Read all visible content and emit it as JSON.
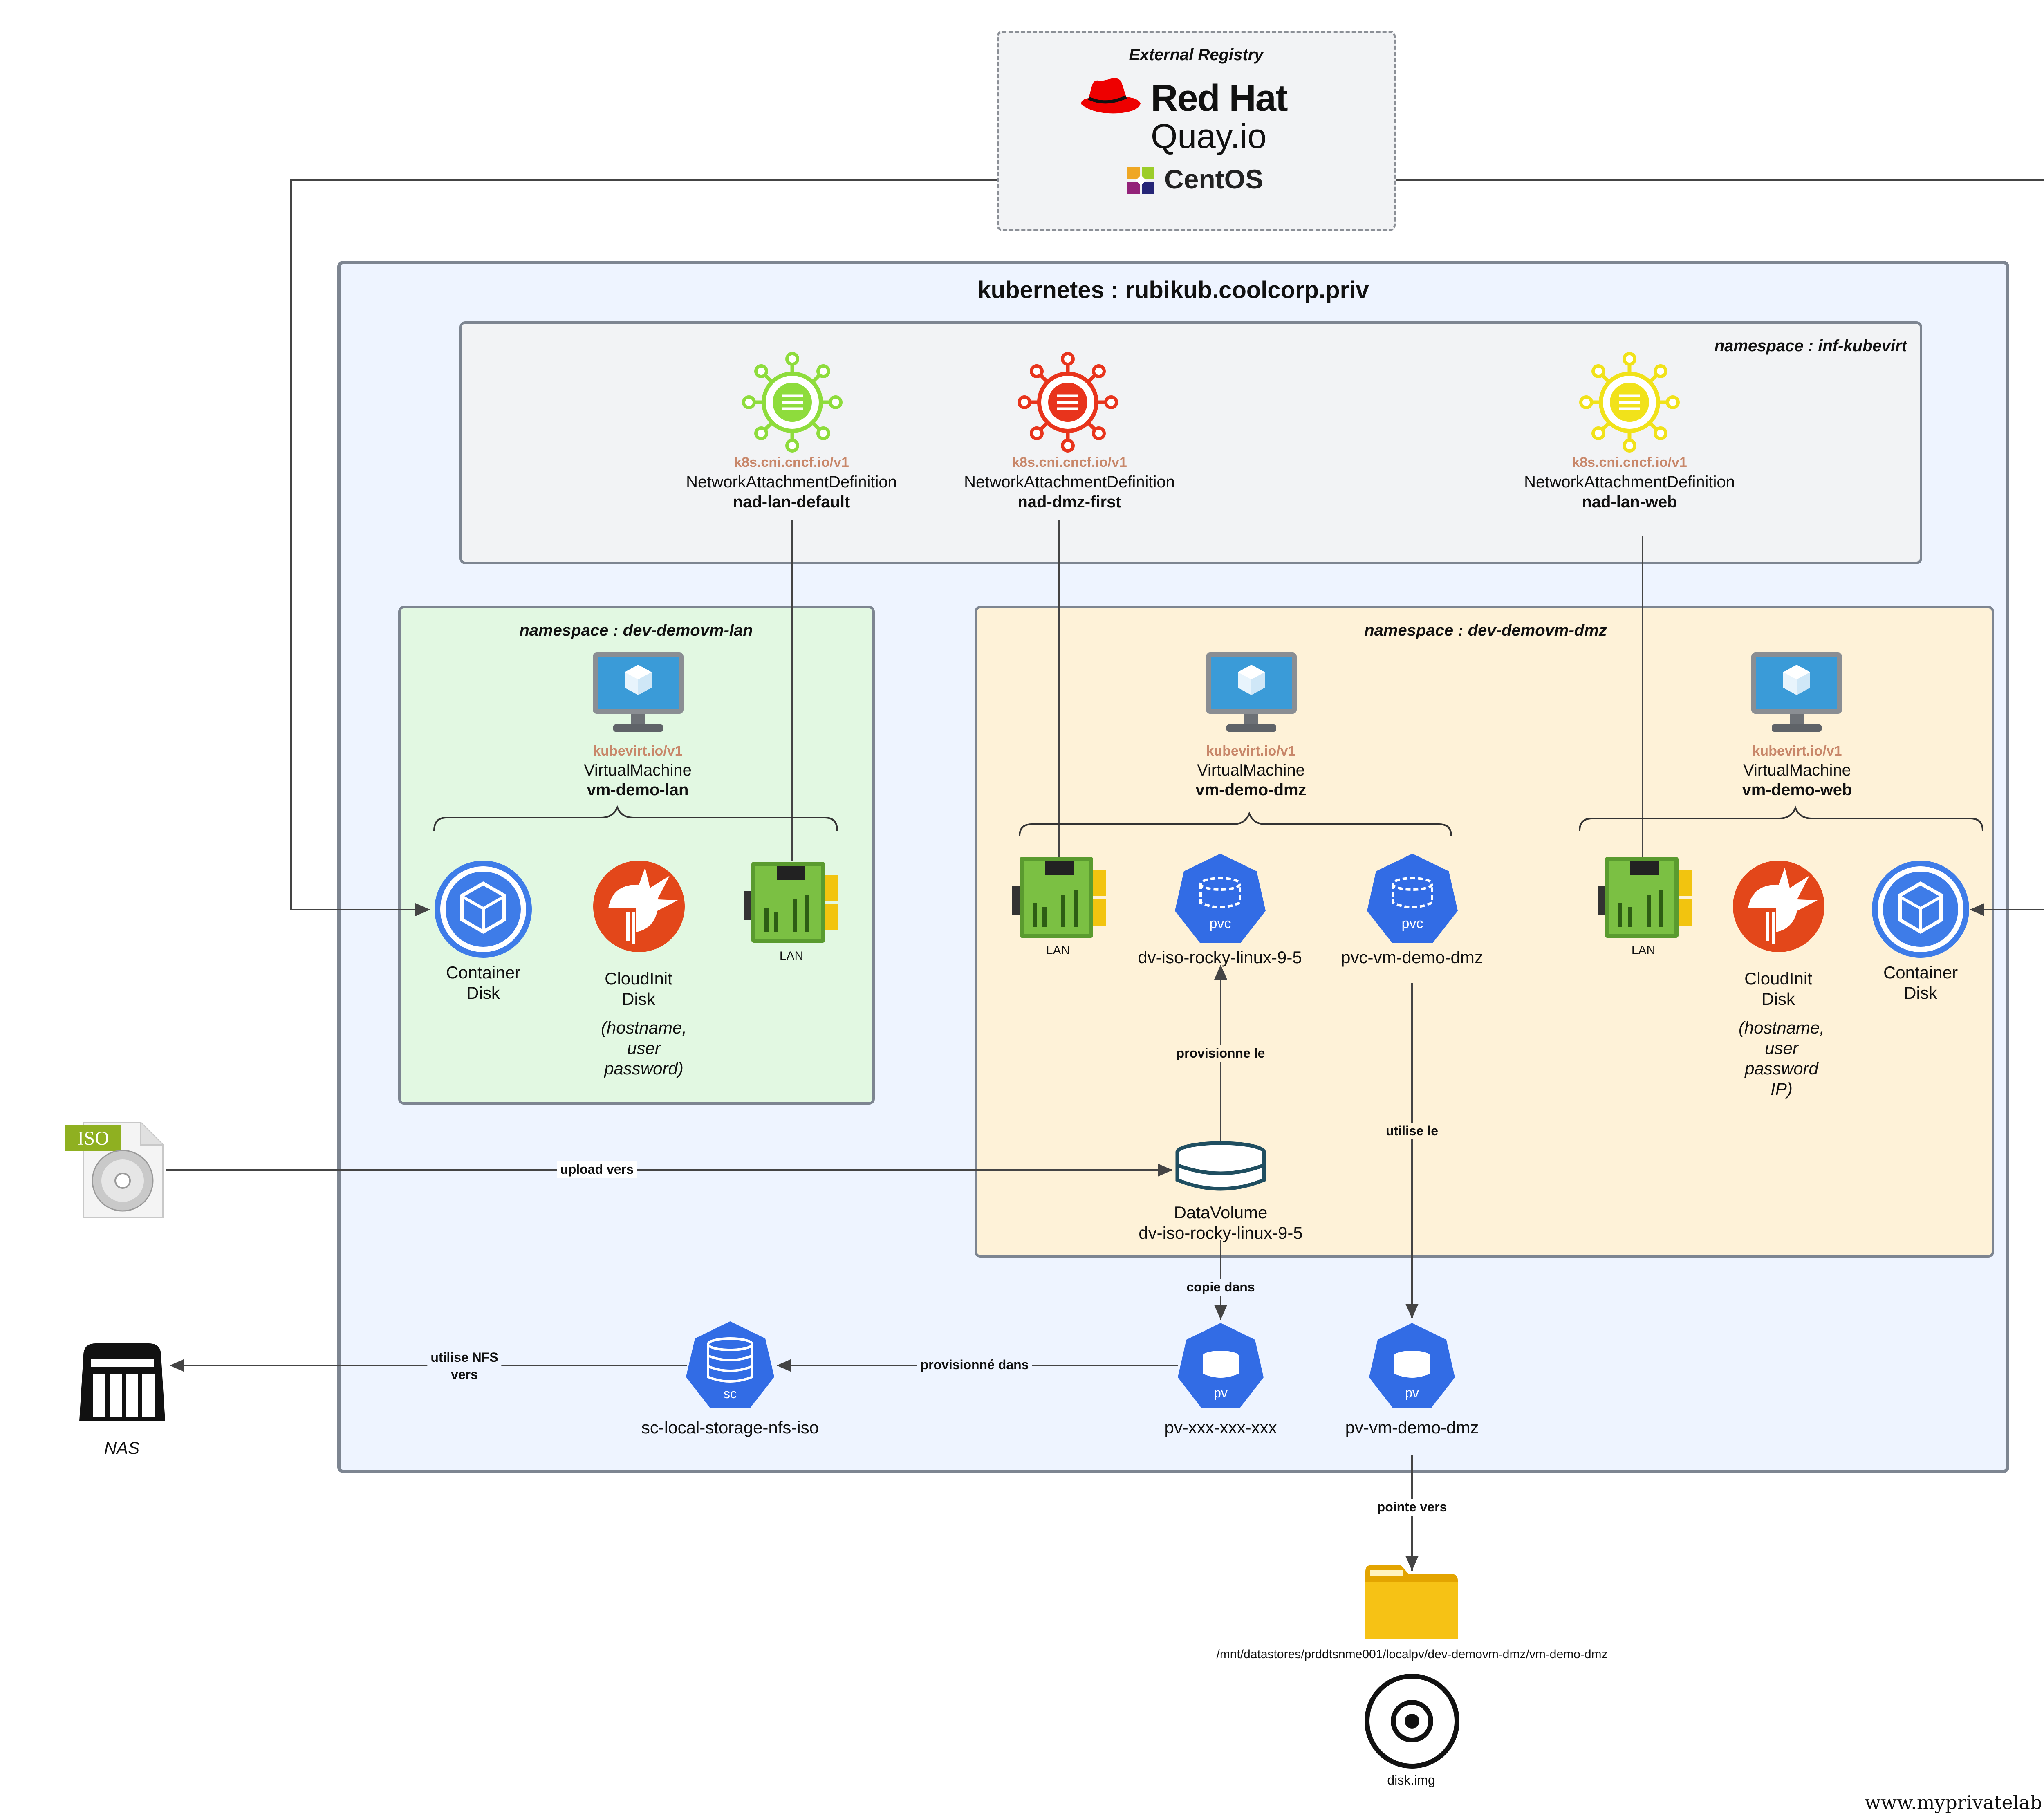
{
  "registry": {
    "title": "External Registry",
    "brand_redhat": "Red Hat",
    "brand_quay": "Quay.io",
    "brand_centos": "CentOS"
  },
  "cluster": {
    "title": "kubernetes : rubikub.coolcorp.priv"
  },
  "ns_infra": {
    "title": "namespace : inf-kubevirt",
    "nads": [
      {
        "api": "k8s.cni.cncf.io/v1",
        "kind": "NetworkAttachmentDefinition",
        "name": "nad-lan-default",
        "color": "#8edc3c"
      },
      {
        "api": "k8s.cni.cncf.io/v1",
        "kind": "NetworkAttachmentDefinition",
        "name": "nad-dmz-first",
        "color": "#e8341c"
      },
      {
        "api": "k8s.cni.cncf.io/v1",
        "kind": "NetworkAttachmentDefinition",
        "name": "nad-lan-web",
        "color": "#f1e21a"
      }
    ]
  },
  "ns_lan": {
    "title": "namespace : dev-demovm-lan",
    "vm": {
      "api": "kubevirt.io/v1",
      "kind": "VirtualMachine",
      "name": "vm-demo-lan"
    },
    "container_disk": [
      "Container",
      "Disk"
    ],
    "cloudinit": [
      "CloudInit",
      "Disk"
    ],
    "cloudinit_note": [
      "(hostname,",
      "user",
      "password)"
    ],
    "nic": "LAN"
  },
  "ns_dmz": {
    "title": "namespace : dev-demovm-dmz",
    "vm_dmz": {
      "api": "kubevirt.io/v1",
      "kind": "VirtualMachine",
      "name": "vm-demo-dmz"
    },
    "vm_web": {
      "api": "kubevirt.io/v1",
      "kind": "VirtualMachine",
      "name": "vm-demo-web"
    },
    "nic_dmz": "LAN",
    "pvc_iso": {
      "badge": "pvc",
      "name": "dv-iso-rocky-linux-9-5"
    },
    "pvc_vm": {
      "badge": "pvc",
      "name": "pvc-vm-demo-dmz"
    },
    "nic_web": "LAN",
    "cloudinit": [
      "CloudInit",
      "Disk"
    ],
    "cloudinit_note": [
      "(hostname,",
      "user",
      "password",
      "IP)"
    ],
    "container_disk": [
      "Container",
      "Disk"
    ],
    "datavolume": [
      "DataVolume",
      "dv-iso-rocky-linux-9-5"
    ]
  },
  "storage": {
    "sc": {
      "badge": "sc",
      "name": "sc-local-storage-nfs-iso"
    },
    "pv_iso": {
      "badge": "pv",
      "name": "pv-xxx-xxx-xxx"
    },
    "pv_vm": {
      "badge": "pv",
      "name": "pv-vm-demo-dmz"
    }
  },
  "iso": {
    "badge": "ISO"
  },
  "nas": {
    "label": "NAS"
  },
  "folder": {
    "path": "/mnt/datastores/prddtsnme001/localpv/dev-demovm-dmz/vm-demo-dmz"
  },
  "disk": {
    "label": "disk.img"
  },
  "edges": {
    "upload": "upload vers",
    "provisionne": "provisionne le",
    "utilise": "utilise le",
    "copie": "copie dans",
    "provisionne_dans": "provisionné dans",
    "nfs": [
      "utilise NFS",
      "vers"
    ],
    "pointe": "pointe vers"
  },
  "watermark": "www.myprivatelab.tech",
  "colors": {
    "k8s_blue": "#326ce5",
    "cluster_bg": "#eef4ff",
    "ns_gray_bg": "#f2f3f5",
    "ns_green_bg": "#e2f8e2",
    "ns_orange_bg": "#fef2d8",
    "cloudinit_orange": "#e3471a",
    "folder_yellow": "#f6c215"
  }
}
